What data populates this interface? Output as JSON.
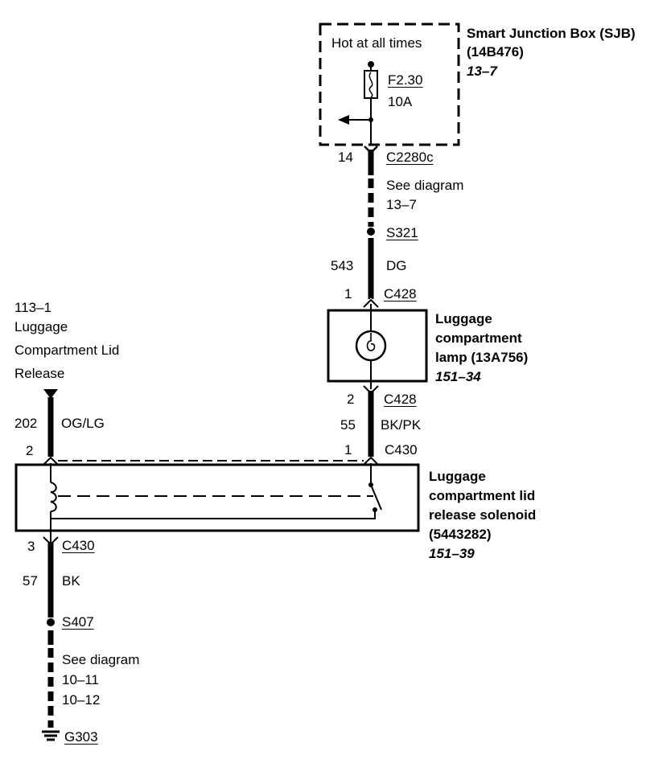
{
  "sjb": {
    "title": "Smart Junction Box (SJB)",
    "part": "(14B476)",
    "ref": "13–7",
    "hot_label": "Hot at all times",
    "fuse_id": "F2.30",
    "fuse_rating": "10A"
  },
  "upper_feed": {
    "pin": "14",
    "connector": "C2280c",
    "see_diagram": "See diagram",
    "see_ref": "13–7",
    "splice": "S321",
    "circuit": "543",
    "color": "DG"
  },
  "lamp": {
    "pin_in": "1",
    "connector_in": "C428",
    "title_line1": "Luggage",
    "title_line2": "compartment",
    "title_line3": "lamp (13A756)",
    "ref": "151–34",
    "pin_out": "2",
    "connector_out": "C428"
  },
  "lamp_to_switch": {
    "circuit": "55",
    "color": "BK/PK",
    "pin": "1",
    "connector": "C430"
  },
  "release_ref": {
    "ref": "113–1",
    "line1": "Luggage",
    "line2": "Compartment Lid",
    "line3": "Release",
    "circuit": "202",
    "color": "OG/LG",
    "pin": "2"
  },
  "solenoid": {
    "title_line1": "Luggage",
    "title_line2": "compartment lid",
    "title_line3": "release solenoid",
    "part": "(5443282)",
    "ref": "151–39"
  },
  "ground_feed": {
    "pin": "3",
    "connector": "C430",
    "circuit": "57",
    "color": "BK",
    "splice": "S407",
    "see_diagram": "See diagram",
    "see_ref1": "10–11",
    "see_ref2": "10–12",
    "ground": "G303"
  }
}
